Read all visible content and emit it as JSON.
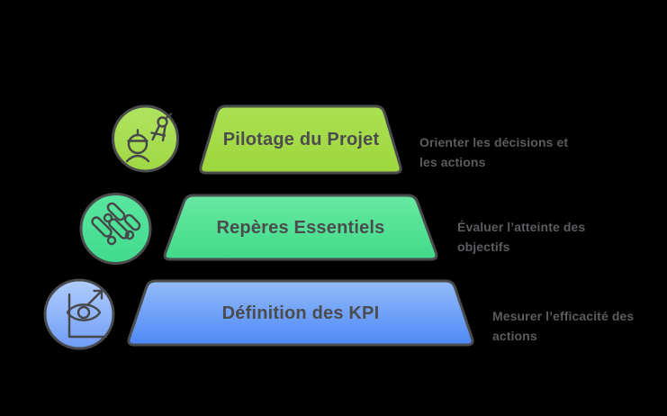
{
  "diagram": {
    "background": "#000000",
    "stroke_color": "#4a4b4d",
    "label_color": "#4b4c4e",
    "annotation_color": "#5b5c60",
    "icon_stroke": "#46474a",
    "levels": [
      {
        "label": "Pilotage du Projet",
        "annotation": {
          "line1": "Orienter les décisions et",
          "line2": "les actions"
        },
        "icon": "engineer-compass-icon",
        "colors": {
          "shape_top": "#abe052",
          "shape_bottom": "#9dd63e",
          "icon_top": "#b0e360",
          "icon_bottom": "#9fd844"
        }
      },
      {
        "label": "Repères Essentiels",
        "annotation": {
          "line1": "Évaluer l’atteinte des",
          "line2": "objectifs"
        },
        "icon": "milestones-icon",
        "colors": {
          "shape_top": "#68e9a1",
          "shape_bottom": "#41da8a",
          "icon_top": "#5ae6a0",
          "icon_bottom": "#40db8d"
        }
      },
      {
        "label": "Définition des KPI",
        "annotation": {
          "line1": "Mesurer l’efficacité des",
          "line2": "actions"
        },
        "icon": "kpi-eye-icon",
        "colors": {
          "shape_top": "#93bcf8",
          "shape_bottom": "#4f88f7",
          "icon_top": "#b0cdfb",
          "icon_bottom": "#6f9df7"
        }
      }
    ]
  }
}
